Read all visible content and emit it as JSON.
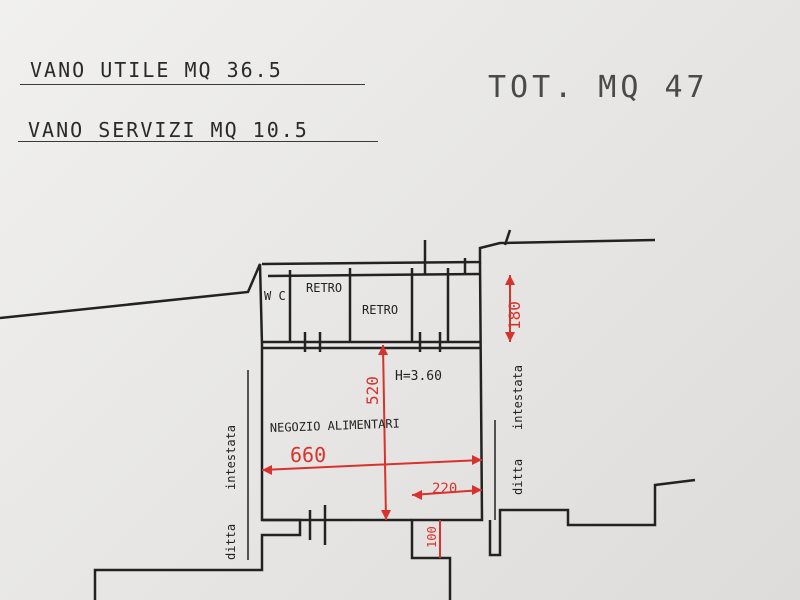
{
  "notes": {
    "line1": "VANO UTILE MQ 36.5",
    "line2": "VANO SERVIZI MQ 10.5",
    "total": "TOT. MQ 47"
  },
  "rooms": {
    "wc": "W C",
    "retro1": "RETRO",
    "retro2": "RETRO",
    "shop": "NEGOZIO ALIMENTARI",
    "height": "H=3.60"
  },
  "side_labels": {
    "left_top": "ditta",
    "left_bottom": "intestata",
    "right_top": "ditta",
    "right_bottom": "intestata"
  },
  "dimensions": {
    "width": "660",
    "depth": "520",
    "top_depth": "180",
    "entrance_width": "220",
    "entrance_depth": "100"
  },
  "colors": {
    "ink": "#222222",
    "dimension_red": "#d8322c",
    "pencil": "#2f2f2f"
  }
}
